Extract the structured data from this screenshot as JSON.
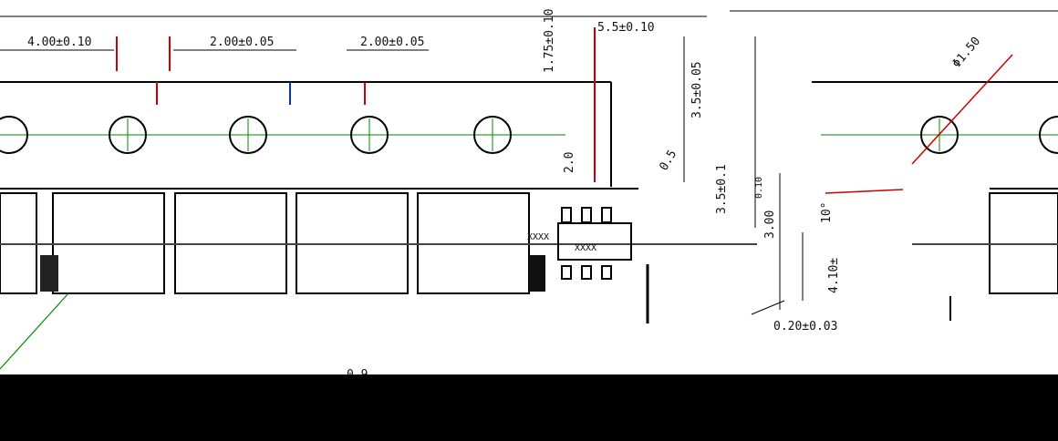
{
  "drawing": {
    "dimensions": {
      "pitch_top": "4.00±0.10",
      "pitch_2": "2.00±0.05",
      "pitch_3": "2.00±0.05",
      "top_width": "5.5±0.10",
      "vertical_1": "1.75±0.10",
      "hole_dia": "Φ1.50",
      "center_a": "3.5±0.05",
      "center_b": "3.5±0.1",
      "right_vertical": "3.00",
      "right_vertical_sup": "0.10",
      "ten": "10°",
      "height_b": "4.10±",
      "bottom_thickness": "0.20±0.03",
      "small_a": "2.0",
      "small_b": "0.5",
      "label_bottom": "0.9",
      "component_code": "XXXX",
      "component_code_2": "XXXX"
    }
  }
}
